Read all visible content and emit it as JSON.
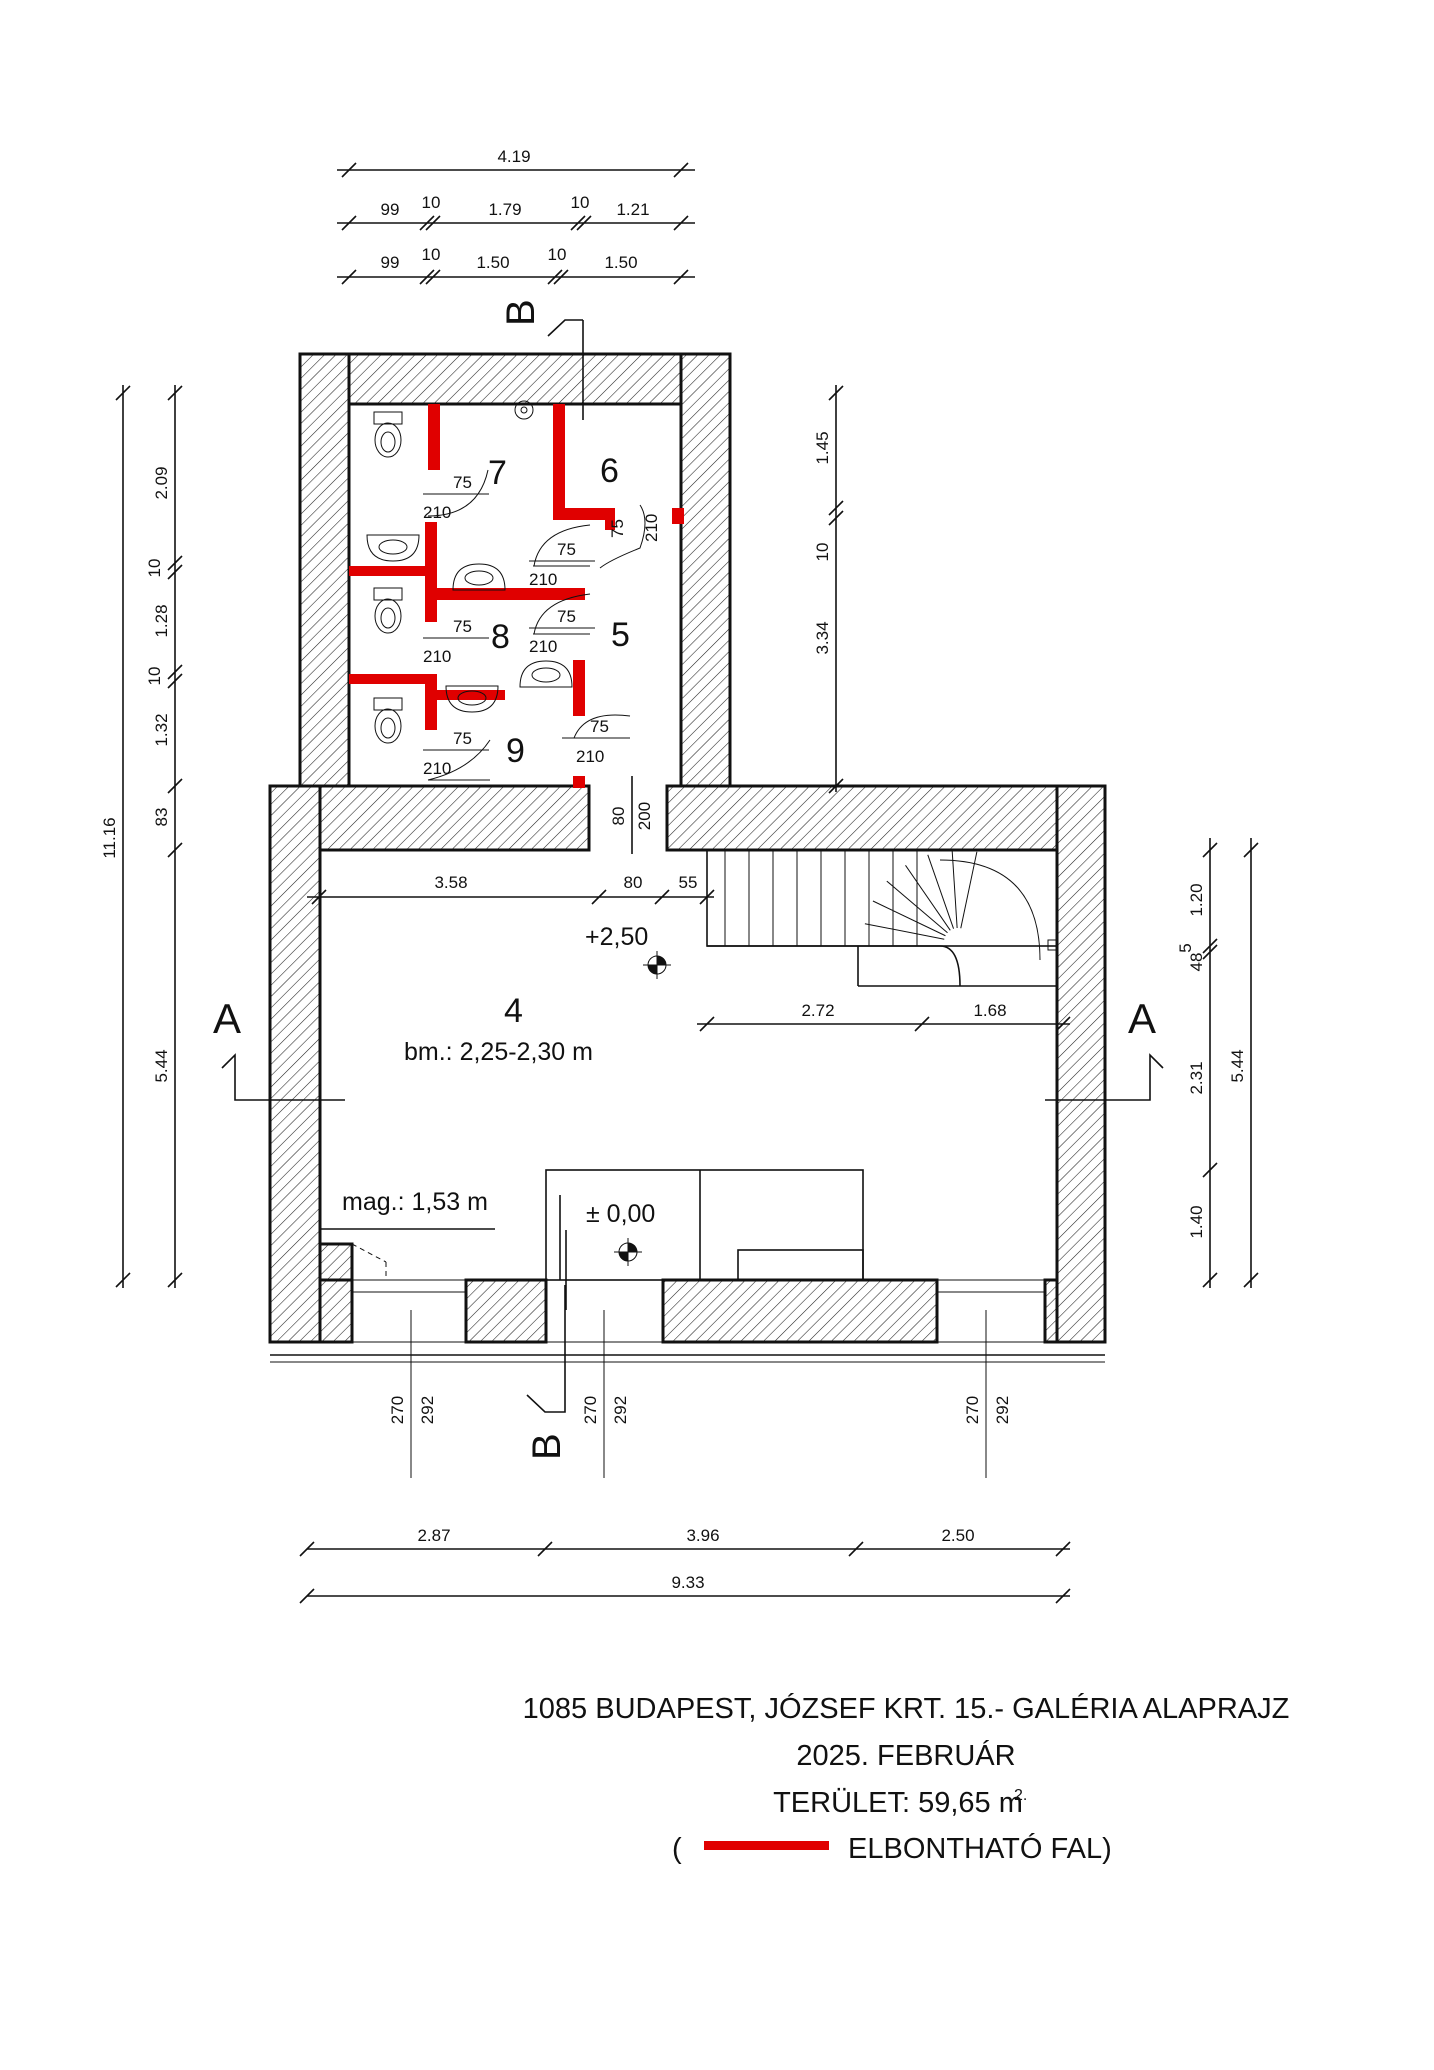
{
  "dimensions": {
    "top_total": "4.19",
    "top_row2": [
      "99",
      "10",
      "1.79",
      "10",
      "1.21"
    ],
    "top_row3": [
      "99",
      "10",
      "1.50",
      "10",
      "1.50"
    ],
    "left_total": "11.16",
    "left_chain": [
      "2.09",
      "10",
      "1.28",
      "10",
      "1.32",
      "83",
      "5.44"
    ],
    "right_upper": [
      "1.45",
      "10",
      "3.34"
    ],
    "right_lower": [
      "1.20",
      "5",
      "48",
      "2.31",
      "1.40"
    ],
    "right_lower_total": "5.44",
    "bottom_chain": [
      "2.87",
      "3.96",
      "2.50"
    ],
    "bottom_total": "9.33",
    "interior_row": [
      "3.58",
      "80",
      "55"
    ],
    "stair_row": [
      "2.72",
      "1.68"
    ],
    "door_main": [
      "80",
      "200"
    ],
    "windows": [
      [
        "270",
        "292"
      ],
      [
        "270",
        "292"
      ],
      [
        "270",
        "292"
      ]
    ]
  },
  "doors": [
    "75",
    "210"
  ],
  "rooms": {
    "r4": "4",
    "r4_height": "bm.: 2,25-2,30 m",
    "r5": "5",
    "r6": "6",
    "r7": "7",
    "r8": "8",
    "r9": "9"
  },
  "levels": {
    "upper": "+2,50",
    "ground": "± 0,00",
    "low_ceiling": "mag.: 1,53 m"
  },
  "sections": {
    "a": "A",
    "b": "B"
  },
  "title": {
    "line1": "1085 BUDAPEST, JÓZSEF KRT. 15.- GALÉRIA ALAPRAJZ",
    "line2": "2025. FEBRUÁR",
    "line3": "TERÜLET: 59,65 m",
    "line3_sup": "2.",
    "legend_open": "(",
    "legend_text": "ELBONTHATÓ FAL)"
  },
  "colors": {
    "demolishable_wall": "#e00000",
    "line": "#111111"
  }
}
